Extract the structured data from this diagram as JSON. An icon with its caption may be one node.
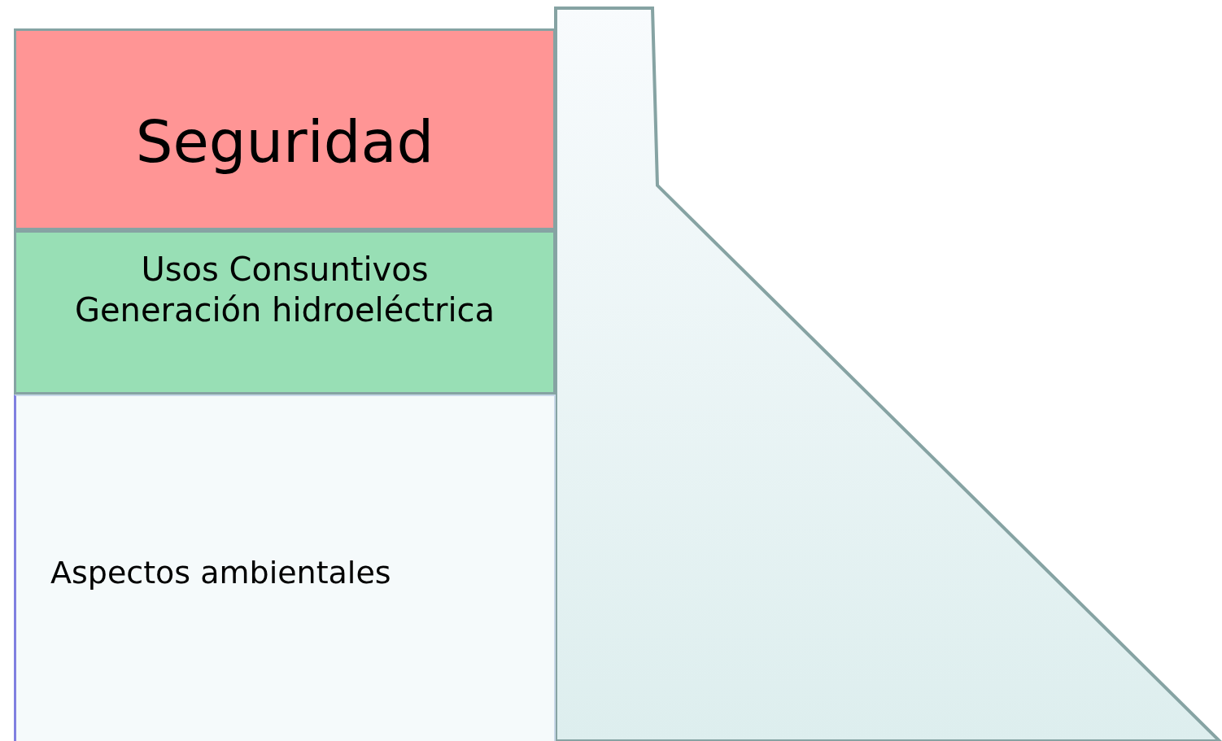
{
  "diagram": {
    "nodes": [
      {
        "text": [
          "Seguridad"
        ]
      },
      {
        "text": [
          "Usos Consuntivos",
          "Generación hidroeléctrica"
        ]
      },
      {
        "text": [
          "Aspectos ambientales"
        ]
      }
    ]
  }
}
